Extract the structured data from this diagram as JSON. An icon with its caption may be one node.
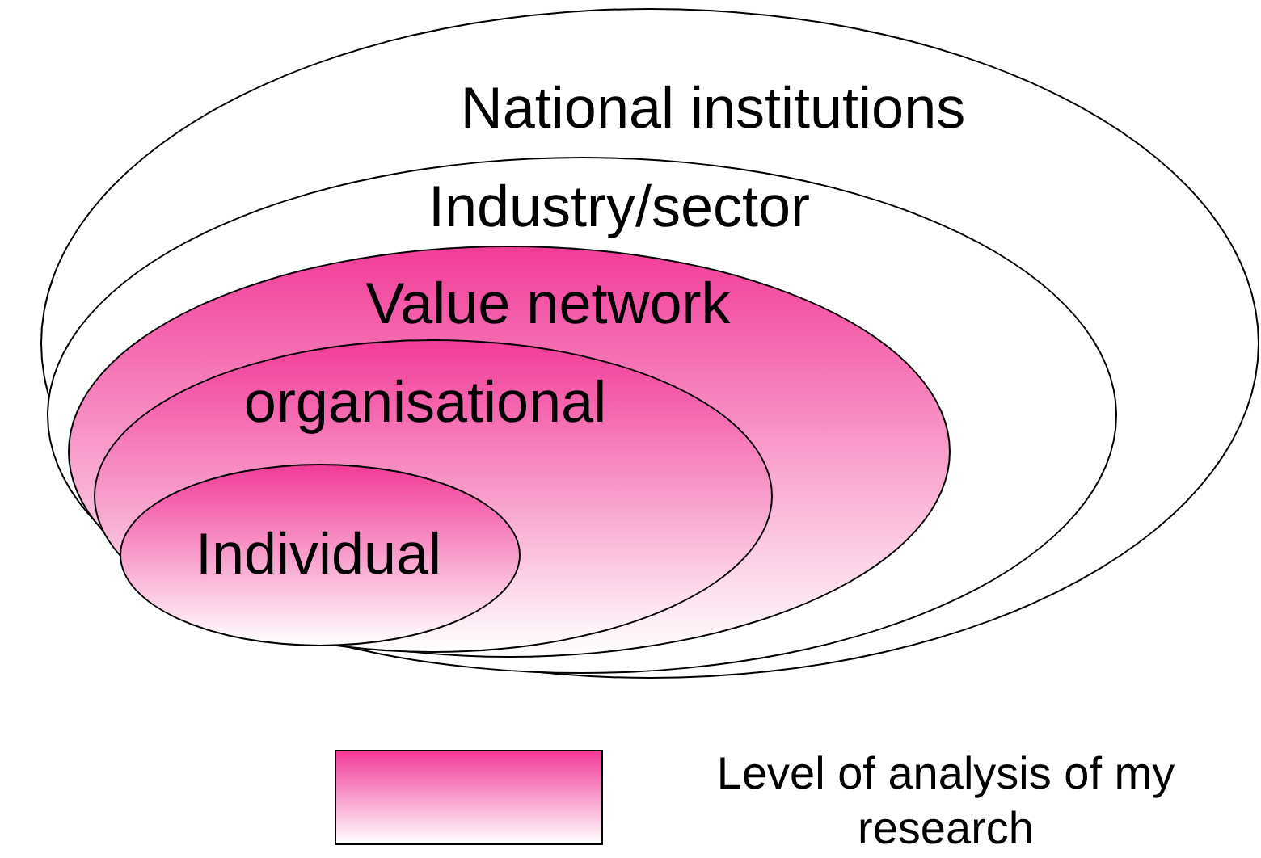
{
  "diagram": {
    "nodes": [
      {
        "text": [
          "National institutions"
        ]
      },
      {
        "text": [
          "Industry/sector"
        ],
        "in": 0
      },
      {
        "text": [
          "Value network"
        ],
        "in": 1
      },
      {
        "text": [
          "organisational"
        ],
        "in": 2
      },
      {
        "text": [
          "Individual"
        ],
        "in": 3
      }
    ],
    "legend": [
      {
        "text": "Level of analysis of my research",
        "color": "#f23c98"
      }
    ]
  }
}
